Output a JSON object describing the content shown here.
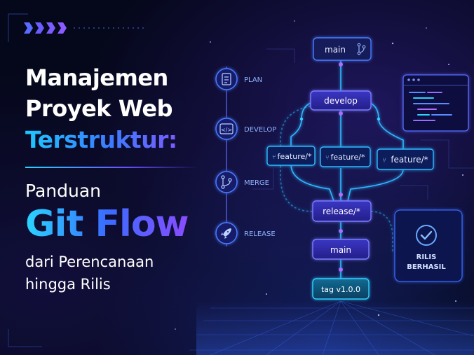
{
  "title": {
    "line1": "Manajemen",
    "line2": "Proyek Web",
    "line3": "Terstruktur:",
    "line4": "Panduan",
    "line5": "Git Flow",
    "line6": "dari Perencanaan",
    "line7": "hingga Rilis"
  },
  "steps": [
    {
      "label": "PLAN",
      "icon": "checklist-icon"
    },
    {
      "label": "DEVELOP",
      "icon": "code-icon"
    },
    {
      "label": "MERGE",
      "icon": "merge-icon"
    },
    {
      "label": "RELEASE",
      "icon": "rocket-icon"
    }
  ],
  "branches": {
    "main_top": "main",
    "develop": "develop",
    "feature_1": "feature/*",
    "feature_2": "feature/*",
    "feature_3": "feature/*",
    "release": "release/*",
    "main_bottom": "main",
    "tag": "tag v1.0.0"
  },
  "release_badge": {
    "line1": "RILIS",
    "line2": "BERHASIL"
  },
  "colors": {
    "accent_cyan": "#2ad4ff",
    "accent_blue": "#3a6cff",
    "accent_purple": "#7a5cff",
    "node_fill": "#2d2a9e",
    "tag_fill": "#0e4f72",
    "background": "#05071a"
  }
}
